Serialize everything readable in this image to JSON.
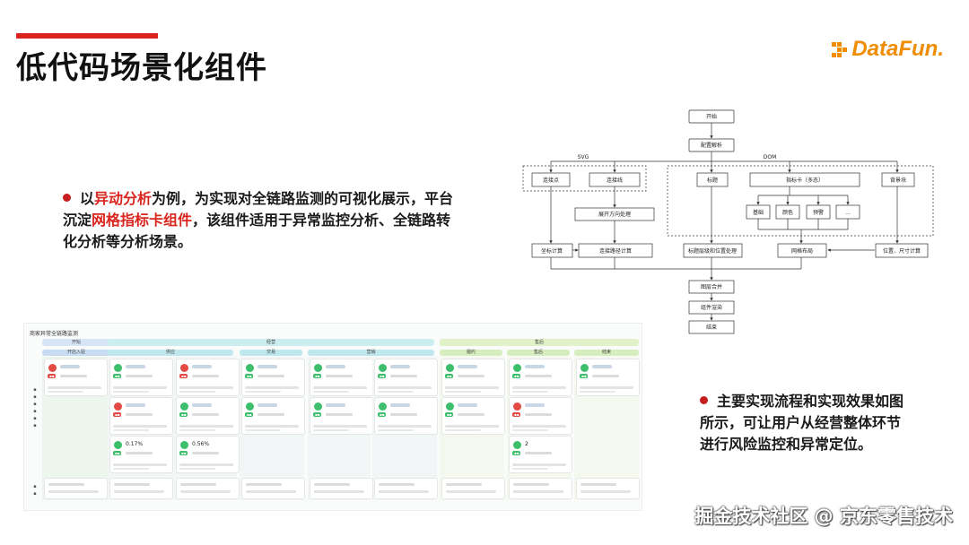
{
  "header": {
    "title": "低代码场景化组件",
    "logo_text": "DataFun.",
    "accent_color": "#d9251d",
    "logo_color": "#f08c00"
  },
  "bullet1": {
    "p1": "以",
    "h1": "异动分析",
    "p2": "为例，为实现对全链路监测的可视化展示，平台沉淀",
    "h2": "网格指标卡组件",
    "p3": "，该组件适用于异常监控分析、全链路转化分析等分析场景。"
  },
  "bullet2": {
    "text": "主要实现流程和实现效果如图所示，可让用户从经营整体环节进行风险监控和异常定位。"
  },
  "flowchart": {
    "start": "开始",
    "config": "配置解析",
    "svg_group": "SVG",
    "dom_group": "DOM",
    "connect_point": "连接点",
    "connect_line": "连接线",
    "line_direction": "展开方向处理",
    "coord_calc": "坐标计算",
    "path_calc": "连接路径计算",
    "title_node": "标题",
    "metric_card": "指标卡（多态）",
    "basic": "基础",
    "color": "颜色",
    "warning": "预警",
    "ellipsis": "...",
    "background": "背景块",
    "title_level": "标题层级和位置处理",
    "grid_layout": "网格布局",
    "pos_size": "位置、尺寸计算",
    "layer_merge": "图层合并",
    "render": "组件渲染",
    "end": "结束"
  },
  "dashboard": {
    "title": "商家异常全链路监测",
    "stages": [
      "开始",
      "经营",
      "售后"
    ],
    "substages": [
      "开店入驻",
      "供应",
      "交易",
      "营销",
      "履约",
      "售后",
      "结束"
    ],
    "values": [
      "0.17%",
      "0.56%",
      "2"
    ]
  },
  "watermark": "掘金技术社区 @ 京东零售技术"
}
